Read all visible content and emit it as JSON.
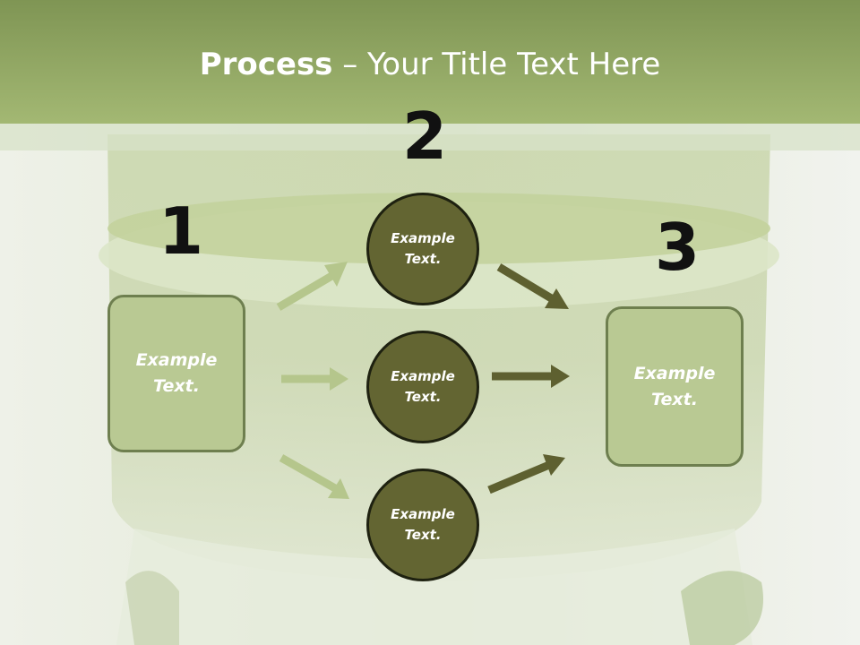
{
  "slide": {
    "title_bold": "Process",
    "title_rest": " – Your Title Text Here"
  },
  "diagram": {
    "step_numbers": [
      "1",
      "2",
      "3"
    ],
    "left_box": {
      "line1": "Example",
      "line2": "Text."
    },
    "right_box": {
      "line1": "Example",
      "line2": "Text."
    },
    "circles": [
      {
        "line1": "Example",
        "line2": "Text."
      },
      {
        "line1": "Example",
        "line2": "Text."
      },
      {
        "line1": "Example",
        "line2": "Text."
      }
    ]
  },
  "colors": {
    "title_band": "#9fb470",
    "box_fill": "#b9c993",
    "box_border": "#6e7f4f",
    "circle_fill": "#636532",
    "circle_border": "#1e2110",
    "arrow_light": "#b5c68c",
    "arrow_dark": "#5e6030",
    "number_text": "#111111"
  }
}
